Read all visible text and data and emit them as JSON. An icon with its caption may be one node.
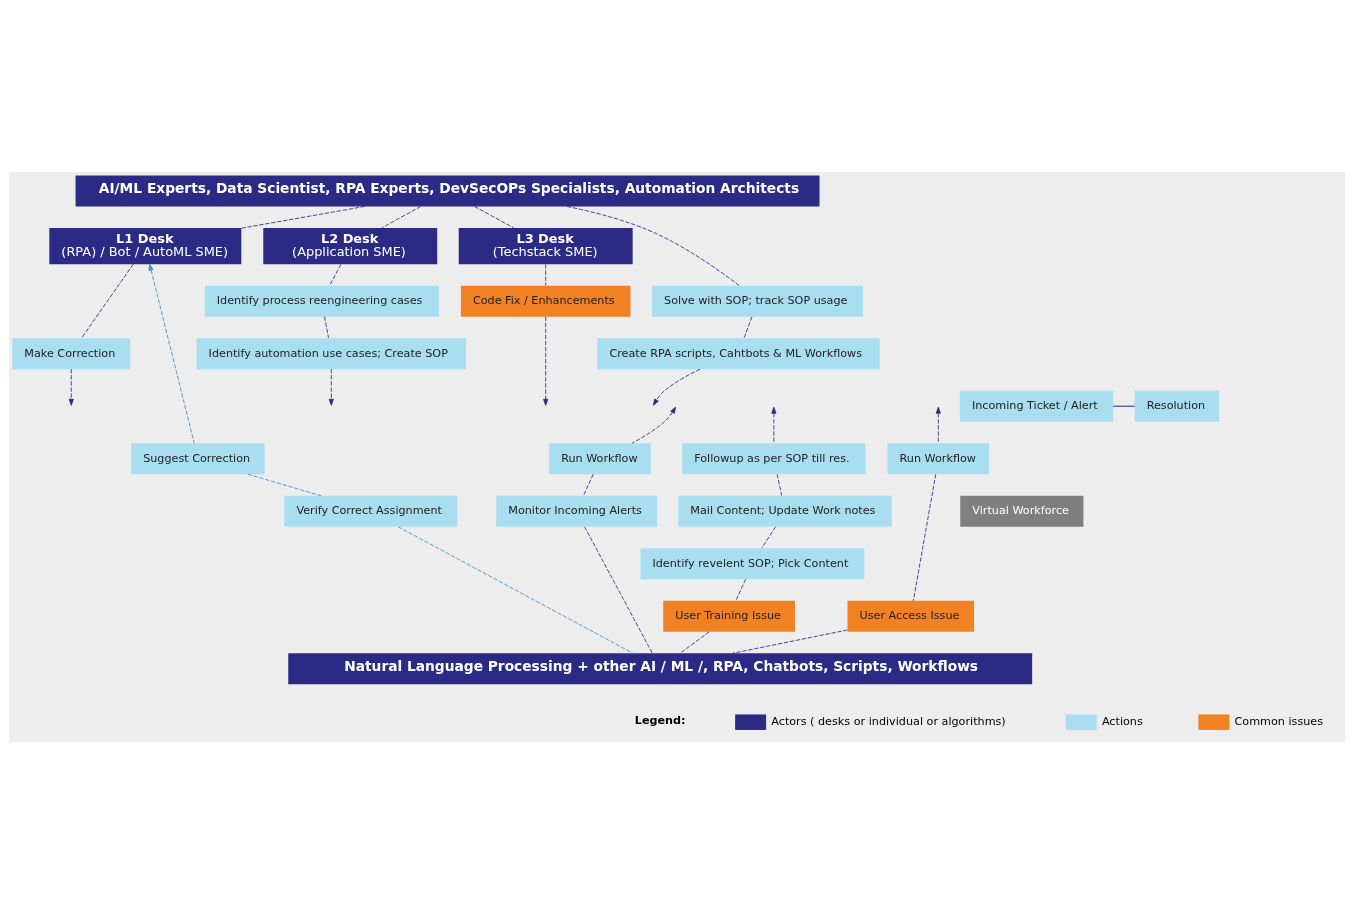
{
  "diagram": {
    "nodes": [
      {
        "text": [
          "AI/ML Experts, Data Scientist, RPA Experts, DevSecOPs Specialists, Automation Architects"
        ]
      },
      {
        "text": [
          "L1 Desk",
          "(RPA) / Bot / AutoML SME)"
        ]
      },
      {
        "text": [
          "L2 Desk",
          "(Application SME)"
        ]
      },
      {
        "text": [
          "L3 Desk",
          "(Techstack SME)"
        ]
      },
      {
        "text": [
          "Solve with SOP; track SOP usage"
        ]
      },
      {
        "text": [
          "Identify process reengineering cases"
        ]
      },
      {
        "text": [
          "Code Fix / Enhancements"
        ]
      },
      {
        "text": [
          "Make Correction"
        ]
      },
      {
        "text": [
          "Create RPA scripts, Cahtbots & ML Workflows"
        ]
      },
      {
        "text": [
          "Identify automation use cases; Create SOP"
        ]
      },
      {
        "text": [
          "Incoming Ticket / Alert"
        ]
      },
      {
        "text": [
          "Resolution"
        ]
      },
      {
        "text": [
          "Suggest Correction"
        ]
      },
      {
        "text": [
          "Followup as per SOP till res."
        ]
      },
      {
        "text": [
          "Run Workflow"
        ]
      },
      {
        "text": [
          "Run Workflow"
        ]
      },
      {
        "text": [
          "Verify Correct Assignment"
        ]
      },
      {
        "text": [
          "Mail Content; Update Work notes"
        ]
      },
      {
        "text": [
          "Monitor Incoming Alerts"
        ]
      },
      {
        "text": [
          "Virtual Workforce"
        ]
      },
      {
        "text": [
          "Identify revelent SOP; Pick Content"
        ]
      },
      {
        "text": [
          "User Training Issue"
        ]
      },
      {
        "text": [
          "User Access Issue"
        ]
      },
      {
        "text": [
          "Natural Language Processing + other AI / ML /, RPA, Chatbots, Scripts, Workflows"
        ]
      }
    ],
    "edges": [
      {
        "from": 0,
        "to": 1,
        "arrow": "none",
        "style": "dashed"
      },
      {
        "from": 1,
        "to": 7,
        "arrow": "none",
        "style": "dashed"
      },
      {
        "from": 7,
        "to": null,
        "arrow": "to",
        "style": "dashed"
      },
      {
        "from": 0,
        "to": 4,
        "arrow": "none",
        "style": "dashed"
      },
      {
        "from": 4,
        "to": 8,
        "arrow": "none",
        "style": "dashed"
      },
      {
        "from": 8,
        "to": null,
        "arrow": "to",
        "style": "dashed"
      },
      {
        "from": 0,
        "to": 2,
        "arrow": "none",
        "style": "dashed"
      },
      {
        "from": 2,
        "to": 5,
        "arrow": "none",
        "style": "dashed"
      },
      {
        "from": 5,
        "to": 9,
        "arrow": "none",
        "style": "dashed"
      },
      {
        "from": 9,
        "to": null,
        "arrow": "to",
        "style": "dashed"
      },
      {
        "from": 0,
        "to": 3,
        "arrow": "none",
        "style": "dashed"
      },
      {
        "from": 3,
        "to": 6,
        "arrow": "none",
        "style": "dashed"
      },
      {
        "from": 6,
        "to": null,
        "arrow": "to",
        "style": "dashed"
      },
      {
        "from": 10,
        "to": 11,
        "arrow": "none"
      },
      {
        "from": 23,
        "to": 16,
        "arrow": "none",
        "style": "dashed",
        "color": "#3d8fd1"
      },
      {
        "from": 16,
        "to": 12,
        "arrow": "none",
        "style": "dashed",
        "color": "#3d8fd1"
      },
      {
        "from": 12,
        "to": 1,
        "arrow": "to",
        "style": "dashed",
        "color": "#3d8fd1"
      },
      {
        "from": 23,
        "to": 21,
        "arrow": "none",
        "style": "dashed"
      },
      {
        "from": 21,
        "to": 20,
        "arrow": "none",
        "style": "dashed"
      },
      {
        "from": 20,
        "to": 17,
        "arrow": "none",
        "style": "dashed"
      },
      {
        "from": 17,
        "to": 13,
        "arrow": "none",
        "style": "dashed"
      },
      {
        "from": 13,
        "to": null,
        "arrow": "to",
        "style": "dashed"
      },
      {
        "from": 23,
        "to": 18,
        "arrow": "none",
        "style": "dashed"
      },
      {
        "from": 18,
        "to": 14,
        "arrow": "none",
        "style": "dashed"
      },
      {
        "from": 14,
        "to": null,
        "arrow": "to",
        "style": "dashed"
      },
      {
        "from": 23,
        "to": 22,
        "arrow": "none",
        "style": "dashed"
      },
      {
        "from": 22,
        "to": 15,
        "arrow": "none",
        "style": "dashed"
      },
      {
        "from": 15,
        "to": null,
        "arrow": "to",
        "style": "dashed"
      }
    ],
    "labels": [
      "Legend:"
    ],
    "legend": [
      {
        "text": "Actors ( desks or individual or algorithms)",
        "color": "#2b2a85"
      },
      {
        "text": "Actions",
        "color": "#a9def0"
      },
      {
        "text": "Common issues",
        "color": "#f28123"
      }
    ]
  }
}
